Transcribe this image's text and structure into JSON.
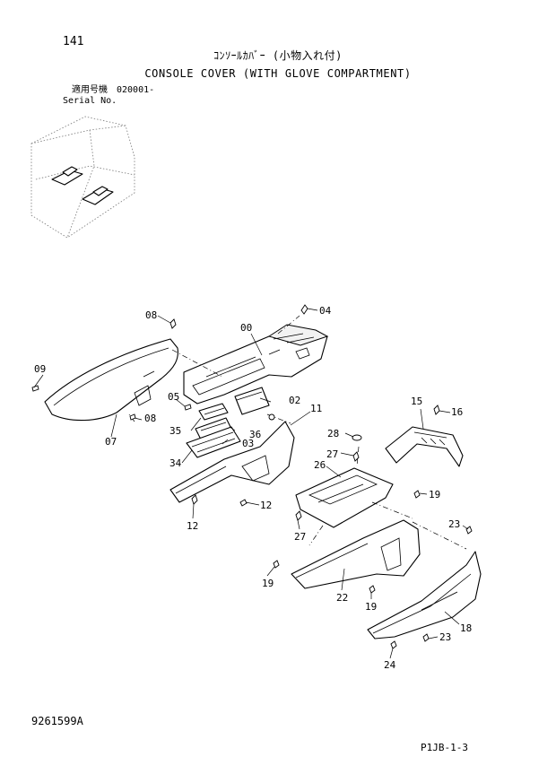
{
  "header": {
    "page_number": "141",
    "title_jp": "ｺﾝｿｰﾙｶﾊﾞｰ (小物入れ付)",
    "title_en": "CONSOLE COVER (WITH GLOVE COMPARTMENT)",
    "serial_label_jp": "適用号機　020001-",
    "serial_label_en": "Serial No."
  },
  "callouts": {
    "c00": "00",
    "c02": "02",
    "c03": "03",
    "c04": "04",
    "c05": "05",
    "c07": "07",
    "c08a": "08",
    "c08b": "08",
    "c09": "09",
    "c11": "11",
    "c12a": "12",
    "c12b": "12",
    "c15": "15",
    "c16": "16",
    "c18": "18",
    "c19a": "19",
    "c19b": "19",
    "c19c": "19",
    "c22": "22",
    "c23a": "23",
    "c23b": "23",
    "c24": "24",
    "c26": "26",
    "c27a": "27",
    "c27b": "27",
    "c28": "28",
    "c34": "34",
    "c35": "35",
    "c36": "36"
  },
  "footer": {
    "document_id": "9261599A",
    "page_code": "P1JB-1-3"
  }
}
